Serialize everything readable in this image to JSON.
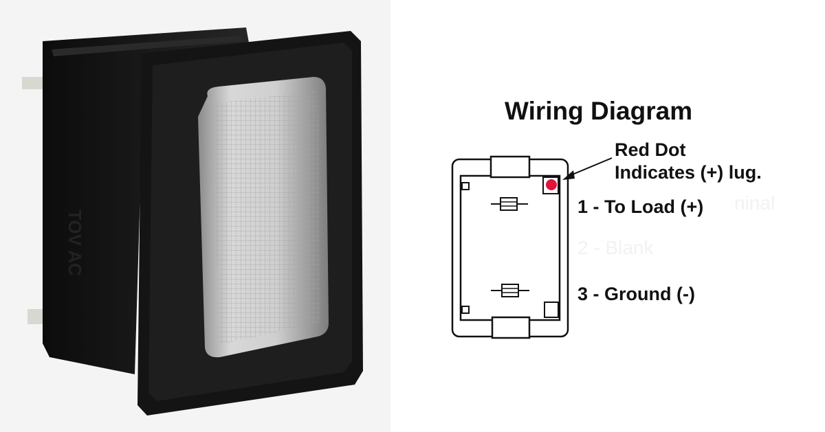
{
  "photo": {
    "housing_marking": "TOV AC"
  },
  "diagram": {
    "title": "Wiring Diagram",
    "callout_line1": "Red Dot",
    "callout_line2": "Indicates (+) lug.",
    "terminals": [
      {
        "label": "1 - To Load (+)"
      },
      {
        "label": "3 - Ground (-)"
      }
    ],
    "faint_terminal_label": "2 - Blank",
    "faint_suffix": "ninal",
    "colors": {
      "red_dot": "#e0143c",
      "ink": "#111111",
      "housing": "#161616",
      "lens": "#c9c9c9",
      "pin": "#d8d8d0"
    }
  }
}
